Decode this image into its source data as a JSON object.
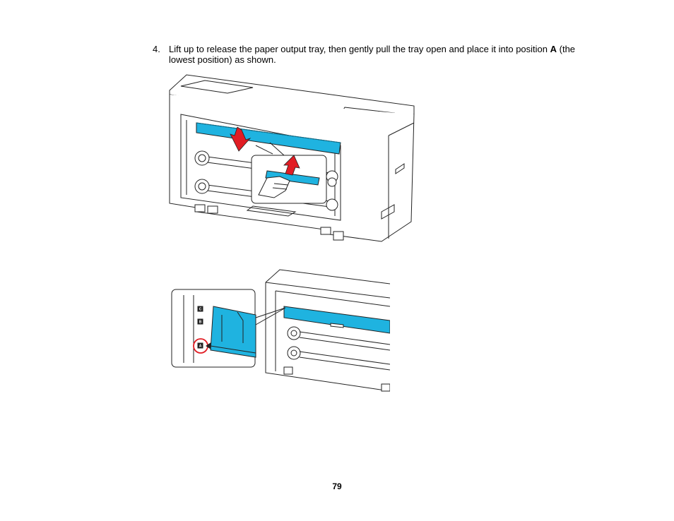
{
  "step": {
    "number": "4.",
    "text_before": "Lift up to release the paper output tray, then gently pull the tray open and place it into position ",
    "position_letter": "A",
    "text_after": " (the lowest position) as shown."
  },
  "figure_2": {
    "positions": [
      "C",
      "B",
      "A"
    ]
  },
  "colors": {
    "tray_blue": "#1fb3e0",
    "arrow_red": "#e11d24",
    "line": "#222222"
  },
  "page_number": "79"
}
